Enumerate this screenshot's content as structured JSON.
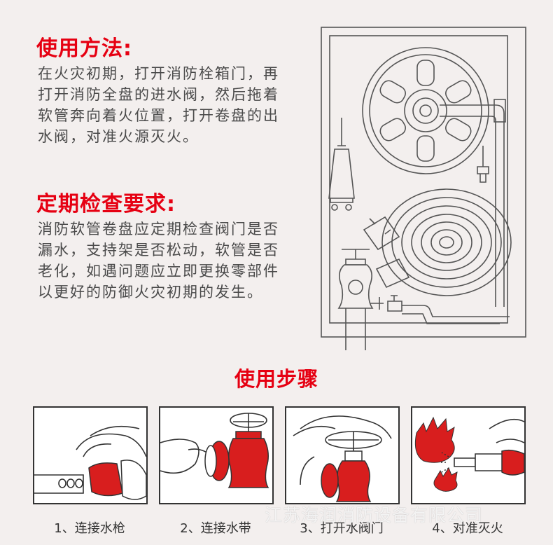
{
  "usage": {
    "heading": "使用方法:",
    "lines": [
      "在火灾初期，打开消防栓箱门，再",
      "打开消防全盘的进水阀，然后拖着",
      "软管奔向着火位置，打开卷盘的出",
      "水阀，对准火源灭火。"
    ]
  },
  "inspection": {
    "heading": "定期检查要求:",
    "lines": [
      "消防软管卷盘应定期检查阀门是否",
      "漏水，支持架是否松动，软管是否",
      "老化，如遇问题应立即更换零部件",
      "以更好的防御火灾初期的发生。"
    ]
  },
  "steps": {
    "heading": "使用步骤",
    "items": [
      {
        "caption": "1、连接水枪",
        "icon": "nozzle-connect-icon"
      },
      {
        "caption": "2、连接水带",
        "icon": "hose-connect-icon"
      },
      {
        "caption": "3、打开水阀门",
        "icon": "valve-open-icon"
      },
      {
        "caption": "4、对准灭火",
        "icon": "fire-extinguish-icon"
      }
    ]
  },
  "watermark": "江苏海润消防设备有限公司",
  "colors": {
    "accent": "#e60012",
    "text": "#4a4a4a",
    "background": "#f3efee",
    "red_part": "#d81e1e"
  }
}
